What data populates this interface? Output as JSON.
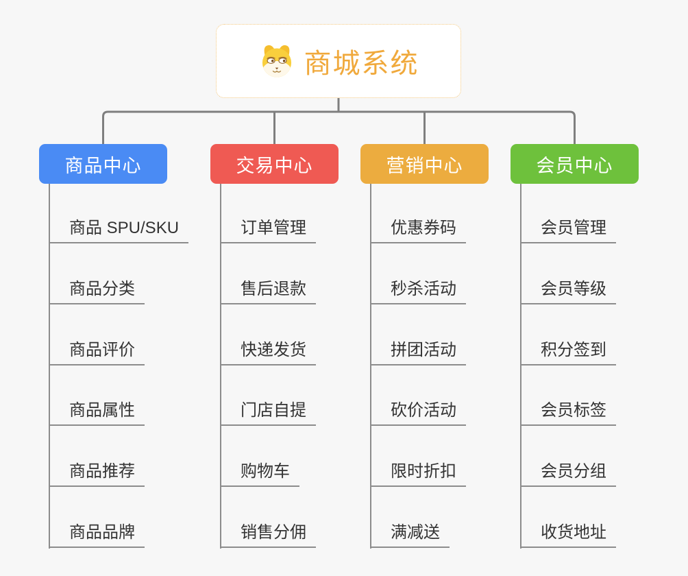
{
  "root": {
    "title": "商城系统",
    "icon": "dog-face-icon",
    "text_color": "#f0a93c",
    "border_color": "#f3c77e",
    "background": "#ffffff"
  },
  "colors": {
    "page_background": "#f7f7f7",
    "connector_line": "#7f7f7f",
    "trunk_line": "#8c8c8c",
    "item_underline": "#8c8c8c",
    "item_text": "#333333"
  },
  "branches": [
    {
      "label": "商品中心",
      "color": "#4a8bf4",
      "children": [
        "商品 SPU/SKU",
        "商品分类",
        "商品评价",
        "商品属性",
        "商品推荐",
        "商品品牌"
      ]
    },
    {
      "label": "交易中心",
      "color": "#ef5a53",
      "children": [
        "订单管理",
        "售后退款",
        "快递发货",
        "门店自提",
        "购物车",
        "销售分佣"
      ]
    },
    {
      "label": "营销中心",
      "color": "#ecac3f",
      "children": [
        "优惠券码",
        "秒杀活动",
        "拼团活动",
        "砍价活动",
        "限时折扣",
        "满减送"
      ]
    },
    {
      "label": "会员中心",
      "color": "#6ec13c",
      "children": [
        "会员管理",
        "会员等级",
        "积分签到",
        "会员标签",
        "会员分组",
        "收货地址"
      ]
    }
  ]
}
